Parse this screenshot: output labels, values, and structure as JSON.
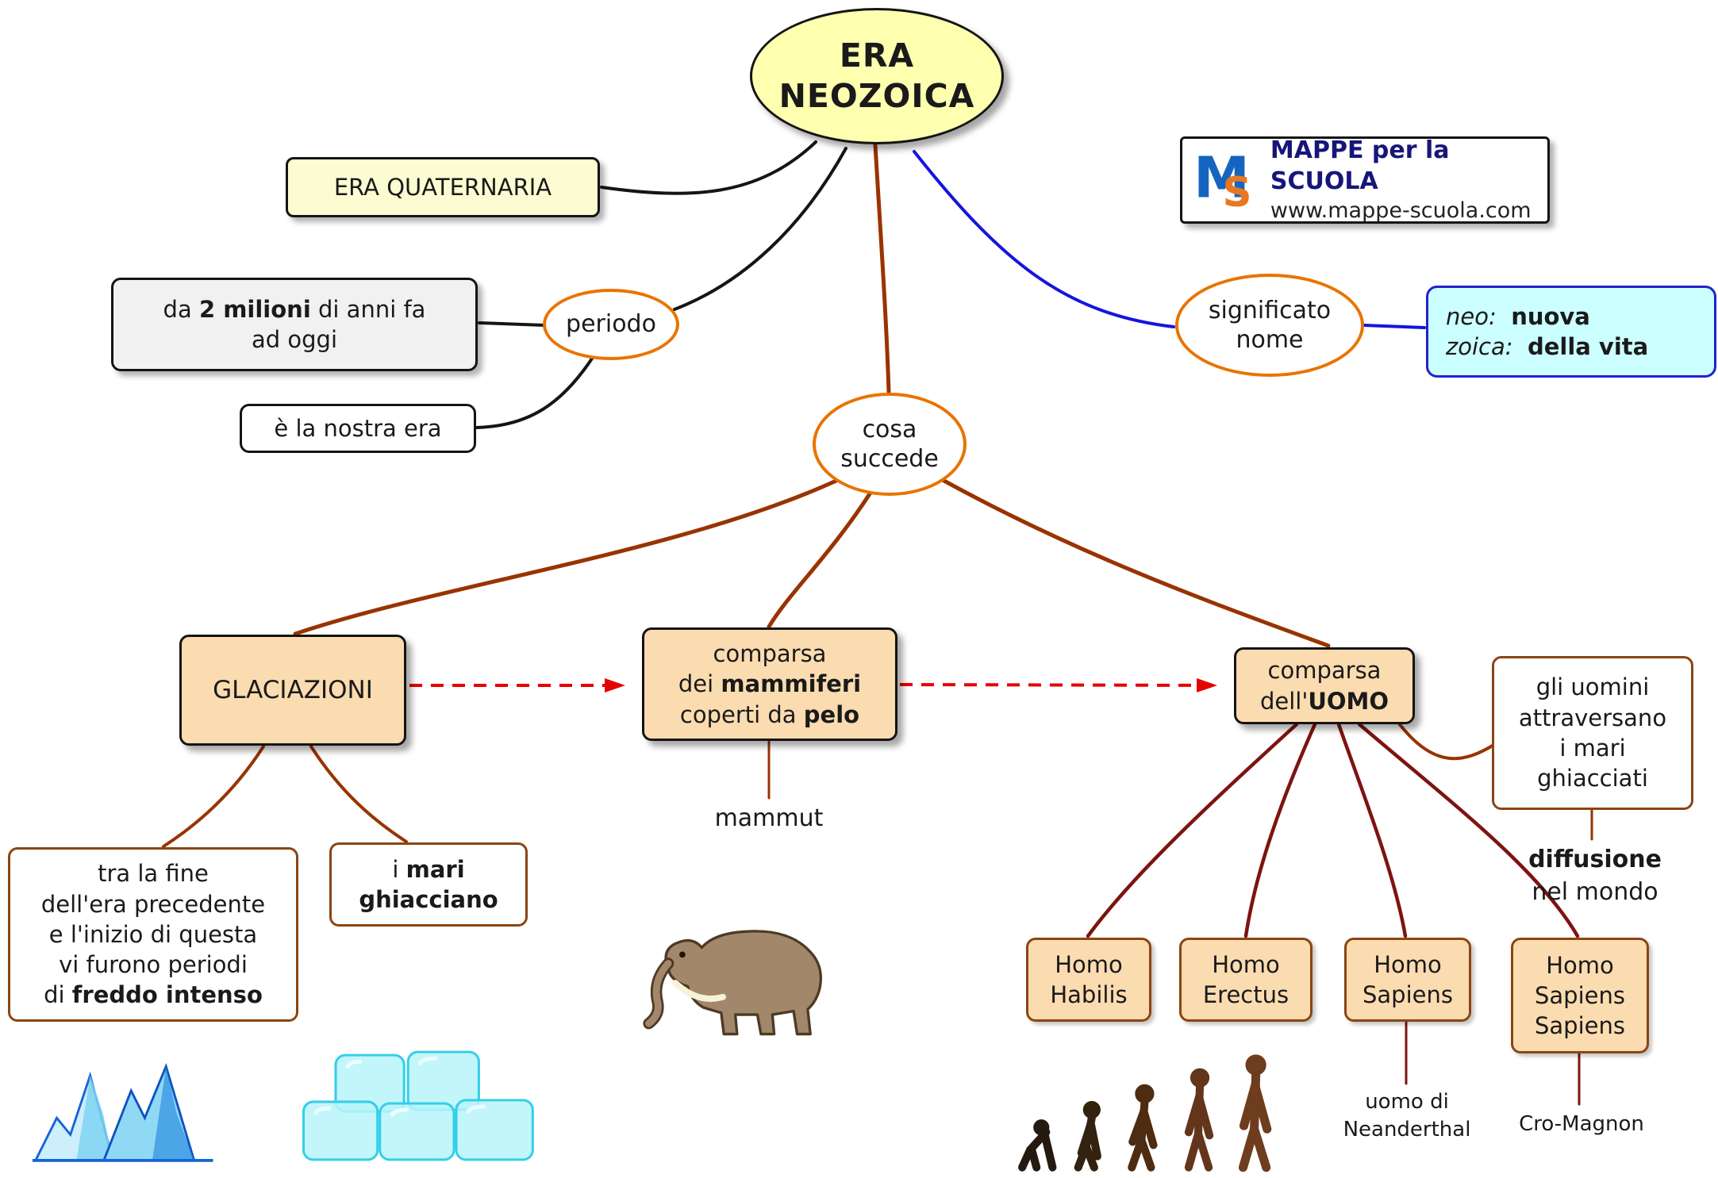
{
  "colors": {
    "root_fill": "#ffffb0",
    "node_fill": "#fbdcb0",
    "meaning_fill": "#ccffff",
    "orange_accent": "#e87400",
    "brown_link": "#993300",
    "darkred_link": "#7d1410",
    "blue_link": "#1515dd",
    "red_arrow": "#e60000"
  },
  "root": {
    "title": "ERA\nNEOZOICA"
  },
  "logo": {
    "letter_m": "M",
    "letter_s": "S",
    "title": "MAPPE per la SCUOLA",
    "url": "www.mappe-scuola.com"
  },
  "quaternaria": {
    "label": "ERA QUATERNARIA"
  },
  "duration": {
    "pre": "da ",
    "bold": "2 milioni",
    "post": " di anni fa",
    "line2": "ad oggi"
  },
  "periodo": {
    "label": "periodo"
  },
  "nostra_era": {
    "label": "è la nostra era"
  },
  "significato": {
    "label": "significato\nnome"
  },
  "meaning": {
    "neo_label": "neo:",
    "neo_value": "nuova",
    "zoica_label": "zoica:",
    "zoica_value": "della vita"
  },
  "cosa_succede": {
    "label": "cosa\nsuccede"
  },
  "glaciazioni": {
    "label": "GLACIAZIONI"
  },
  "mammiferi": {
    "line1": "comparsa",
    "line2_pre": "dei ",
    "line2_bold": "mammiferi",
    "line3_pre": "coperti da ",
    "line3_bold": "pelo"
  },
  "uomo": {
    "line1": "comparsa",
    "line2_pre": "dell'",
    "line2_bold": "UOMO"
  },
  "freddo": {
    "lines": "tra la fine\ndell'era precedente\ne l'inizio di questa\nvi furono periodi",
    "last_pre": "di ",
    "last_bold": "freddo intenso"
  },
  "mari_ghiacciano": {
    "pre": "i ",
    "bold_line1": "mari",
    "bold_line2": "ghiacciano"
  },
  "mammut": {
    "label": "mammut"
  },
  "uomini_mari": {
    "label": "gli uomini\nattraversano\ni mari\nghiacciati"
  },
  "diffusione": {
    "bold": "diffusione",
    "normal": "nel mondo"
  },
  "homo_habilis": {
    "label": "Homo\nHabilis"
  },
  "homo_erectus": {
    "label": "Homo\nErectus"
  },
  "homo_sapiens": {
    "label": "Homo\nSapiens"
  },
  "homo_sapiens_sapiens": {
    "label": "Homo\nSapiens\nSapiens"
  },
  "neanderthal": {
    "label": "uomo di\nNeanderthal"
  },
  "cromagnon": {
    "label": "Cro-Magnon"
  }
}
